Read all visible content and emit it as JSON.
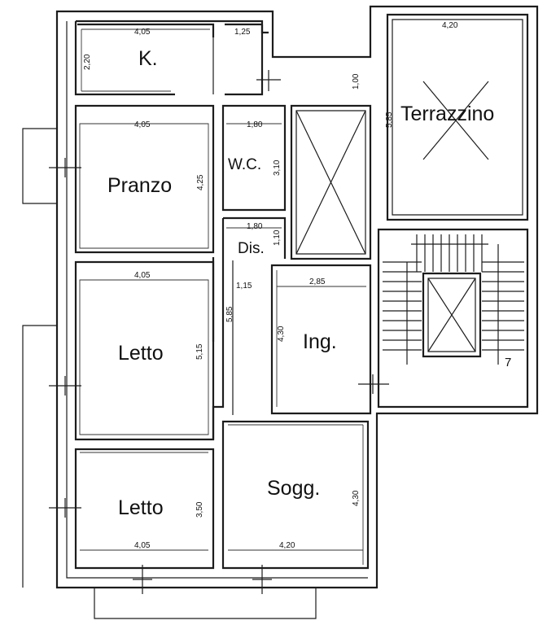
{
  "rooms": {
    "kitchen": "K.",
    "pranzo": "Pranzo",
    "wc": "W.C.",
    "dis": "Dis.",
    "ing": "Ing.",
    "letto1": "Letto",
    "letto2": "Letto",
    "sogg": "Sogg.",
    "terrazzino": "Terrazzino"
  },
  "dimensions": {
    "k_width": "4,05",
    "k_height": "2,20",
    "small_width": "1,25",
    "passage": "1,00",
    "terr_width": "4,20",
    "terr_height": "5,85",
    "pranzo_width": "4,05",
    "pranzo_height": "4,25",
    "wc_width": "1,80",
    "wc_height": "3,10",
    "dis_width": "1,80",
    "dis_height": "1,10",
    "corr_width": "1,15",
    "corr_height": "5,85",
    "ing_width": "2,85",
    "ing_height": "4,30",
    "letto1_width": "4,05",
    "letto1_height": "5,15",
    "letto2_height": "3,50",
    "letto2_width": "4,05",
    "sogg_height": "4,30",
    "sogg_width": "4,20"
  },
  "stair_mark": "7"
}
